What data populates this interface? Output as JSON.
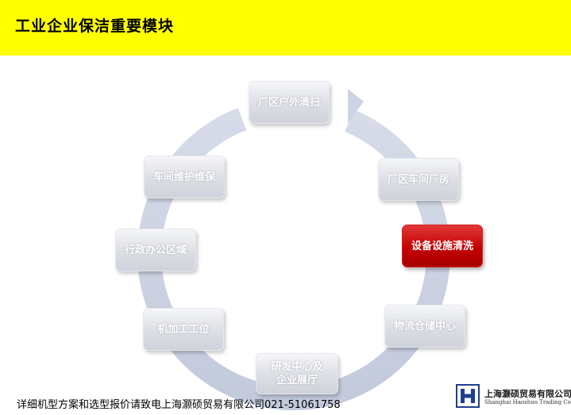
{
  "header": {
    "title": "工业企业保洁重要模块",
    "background": "#ffff00"
  },
  "diagram": {
    "ring_color": "#c9d1e2",
    "highlight_color": "#c40000",
    "nodes": [
      {
        "label": "厂区户外清扫",
        "active": false
      },
      {
        "label": "厂区车间厂房",
        "active": false
      },
      {
        "label": "设备设施清洗",
        "active": true
      },
      {
        "label": "物流仓储中心",
        "active": false
      },
      {
        "label": "研发中心及企业展厅",
        "active": false
      },
      {
        "label": "机加工工位",
        "active": false
      },
      {
        "label": "行政办公区域",
        "active": false
      },
      {
        "label": "车间维护维保",
        "active": false
      }
    ]
  },
  "footer": {
    "contact_text": "详细机型方案和选型报价请致电上海灏硕贸易有限公司021-51061758",
    "company_name": "上海灏硕贸易有限公司",
    "company_name_en": "Shanghai Haoshuo Trading Co., Ltd.",
    "logo_icon": "company-logo-icon"
  }
}
